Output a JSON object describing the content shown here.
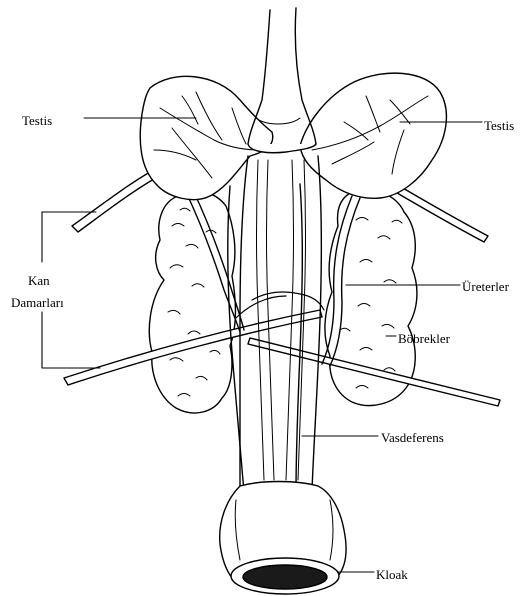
{
  "labels": {
    "testis_left": "Testis",
    "testis_right": "Testis",
    "kan": "Kan",
    "damarlari": "Damarları",
    "ureterler": "Üreterler",
    "bobrekler": "Böbrekler",
    "vasdeferens": "Vasdeferens",
    "kloak": "Kloak"
  },
  "colors": {
    "ink": "#000000",
    "background": "#ffffff",
    "cloaca_interior": "#1a1a1a"
  }
}
